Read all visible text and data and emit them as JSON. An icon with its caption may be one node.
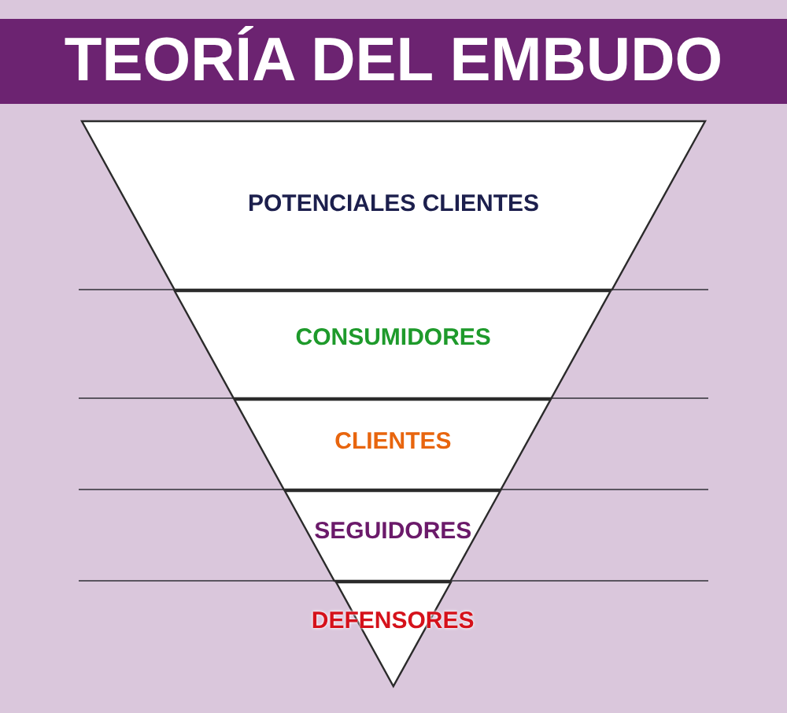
{
  "diagram": {
    "title": "TEORÍA DEL EMBUDO",
    "nodes": [
      {
        "text": [
          "POTENCIALES CLIENTES"
        ]
      },
      {
        "text": [
          "CONSUMIDORES"
        ]
      },
      {
        "text": [
          "CLIENTES"
        ]
      },
      {
        "text": [
          "SEGUIDORES"
        ]
      },
      {
        "text": [
          "DEFENSORES"
        ]
      }
    ]
  }
}
